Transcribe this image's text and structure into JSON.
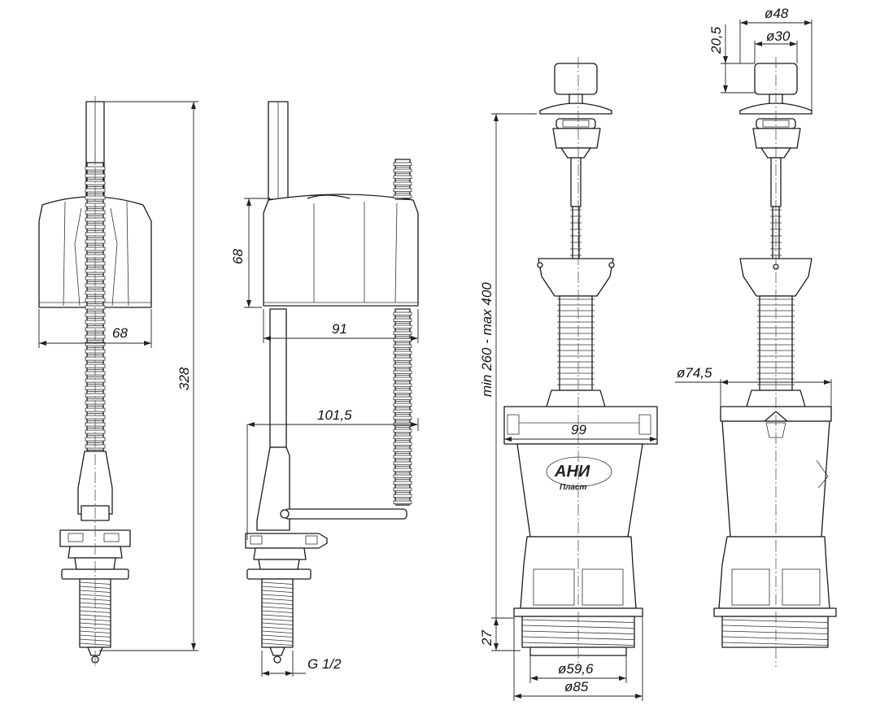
{
  "dimensions": {
    "fill_valve_bottom": {
      "height": "328",
      "float_width": "68"
    },
    "fill_valve_side": {
      "float_height": "68",
      "float_width": "91",
      "arm_reach": "101,5",
      "thread": "G 1/2"
    },
    "drain_valve_front": {
      "height_range": "min 260 - max 400",
      "body_width": "99",
      "bottom_height": "27",
      "thread_diameter": "ø59,6",
      "flange_diameter": "ø85"
    },
    "drain_valve_side": {
      "cap_outer": "ø48",
      "cap_inner": "ø30",
      "cap_height": "20,5",
      "body_diameter": "ø74,5"
    }
  },
  "logo": {
    "brand": "АНИ",
    "sub": "Пласт"
  },
  "colors": {
    "line": "#1a1a1a",
    "background": "#ffffff"
  }
}
